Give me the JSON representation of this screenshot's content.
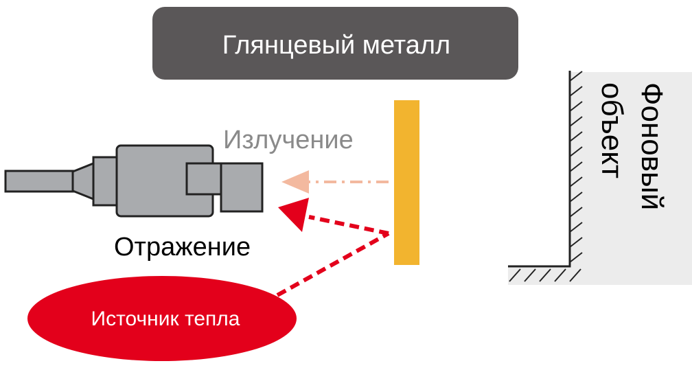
{
  "title": "Глянцевый металл",
  "labels": {
    "emission": "Излучение",
    "reflection": "Отражение",
    "heat_source": "Источник тепла",
    "background_object_line1": "Фоновый",
    "background_object_line2": "объект"
  },
  "colors": {
    "title_box": "#5a5758",
    "metal_plate": "#f2b42f",
    "emission_arrow": "#f3b99f",
    "reflection_arrow": "#e3001b",
    "heat_source": "#e3001b",
    "sensor_body": "#a9abae",
    "background_wall": "#ececec",
    "emission_text": "#8a8a8a"
  },
  "icons": [
    "sensor-icon",
    "cable-icon",
    "wall-hatch-icon"
  ]
}
